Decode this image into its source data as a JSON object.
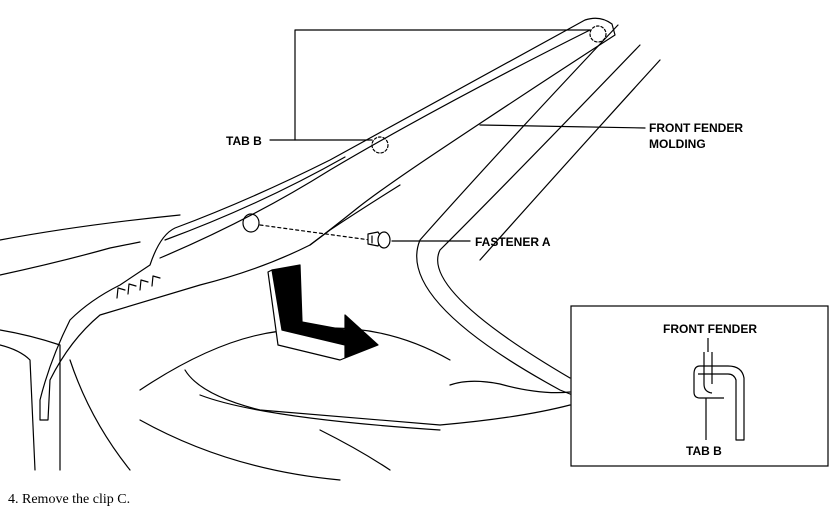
{
  "labels": {
    "tab_b": "TAB B",
    "front_fender_molding_line1": "FRONT FENDER",
    "front_fender_molding_line2": "MOLDING",
    "fastener_a": "FASTENER A",
    "inset_front_fender": "FRONT FENDER",
    "inset_tab_b": "TAB B"
  },
  "step": "4. Remove the clip C.",
  "colors": {
    "line": "#000000",
    "background": "#ffffff"
  }
}
